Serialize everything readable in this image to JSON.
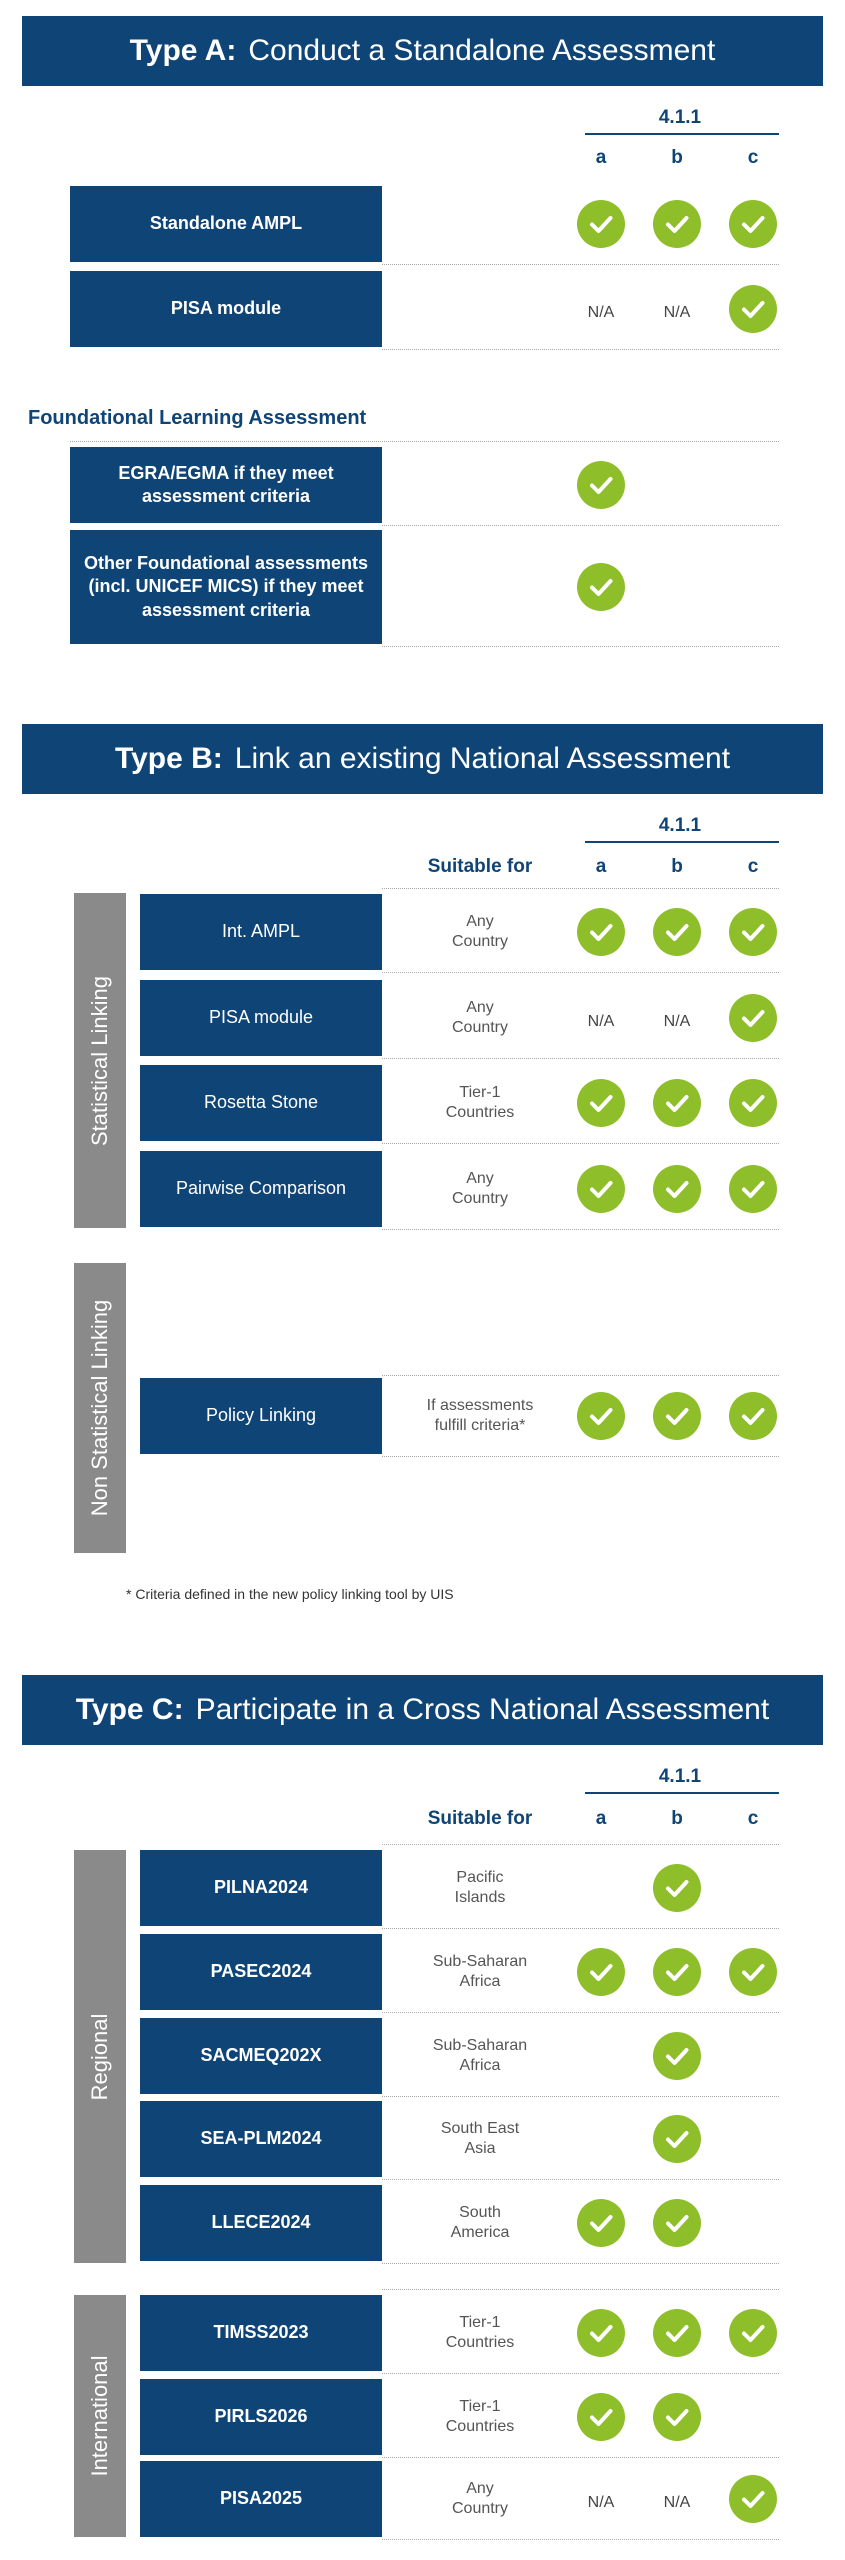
{
  "colors": {
    "navy": "#0f4477",
    "green": "#8ebe2a",
    "gray": "#8a8a8a"
  },
  "icons": {
    "check": "check-circle-icon"
  },
  "type_a": {
    "label": "Type A:",
    "title": "Conduct a Standalone Assessment",
    "indicator": "4.1.1",
    "cols": [
      "a",
      "b",
      "c"
    ],
    "rows": [
      {
        "label": "Standalone AMPL",
        "cells": [
          "check",
          "check",
          "check"
        ]
      },
      {
        "label": "PISA module",
        "cells": [
          "N/A",
          "N/A",
          "check"
        ]
      }
    ],
    "foundational": {
      "title": "Foundational Learning Assessment",
      "rows": [
        {
          "label": "EGRA/EGMA if they meet assessment criteria",
          "cells": [
            "check",
            "",
            ""
          ]
        },
        {
          "label": "Other Foundational assessments (incl. UNICEF MICS) if they meet assessment criteria",
          "cells": [
            "check",
            "",
            ""
          ]
        }
      ]
    }
  },
  "type_b": {
    "label": "Type B:",
    "title": "Link an existing National Assessment",
    "indicator": "4.1.1",
    "suitable_header": "Suitable for",
    "cols": [
      "a",
      "b",
      "c"
    ],
    "statistical": {
      "label": "Statistical Linking",
      "rows": [
        {
          "label": "Int. AMPL",
          "suitable": "Any\nCountry",
          "cells": [
            "check",
            "check",
            "check"
          ]
        },
        {
          "label": "PISA module",
          "suitable": "Any\nCountry",
          "cells": [
            "N/A",
            "N/A",
            "check"
          ]
        },
        {
          "label": "Rosetta Stone",
          "suitable": "Tier-1\nCountries",
          "cells": [
            "check",
            "check",
            "check"
          ]
        },
        {
          "label": "Pairwise Comparison",
          "suitable": "Any\nCountry",
          "cells": [
            "check",
            "check",
            "check"
          ]
        }
      ]
    },
    "non_statistical": {
      "label": "Non Statistical Linking",
      "rows": [
        {
          "label": "Policy Linking",
          "suitable": "If assessments\nfulfill criteria*",
          "cells": [
            "check",
            "check",
            "check"
          ]
        }
      ]
    },
    "footnote": "*  Criteria defined in the new policy linking tool by UIS"
  },
  "type_c": {
    "label": "Type C:",
    "title": "Participate in a Cross National Assessment",
    "indicator": "4.1.1",
    "suitable_header": "Suitable for",
    "cols": [
      "a",
      "b",
      "c"
    ],
    "regional": {
      "label": "Regional",
      "rows": [
        {
          "name": "PILNA",
          "year": "2024",
          "suitable": "Pacific\nIslands",
          "cells": [
            "",
            "check",
            ""
          ]
        },
        {
          "name": "PASEC",
          "year": "2024",
          "suitable": "Sub-Saharan\nAfrica",
          "cells": [
            "check",
            "check",
            "check"
          ]
        },
        {
          "name": "SACMEQ",
          "year": "202X",
          "suitable": "Sub-Saharan\nAfrica",
          "cells": [
            "",
            "check",
            ""
          ]
        },
        {
          "name": "SEA-PLM",
          "year": "2024",
          "suitable": "South East\nAsia",
          "cells": [
            "",
            "check",
            ""
          ]
        },
        {
          "name": "LLECE",
          "year": "2024",
          "suitable": "South\nAmerica",
          "cells": [
            "check",
            "check",
            ""
          ]
        }
      ]
    },
    "international": {
      "label": "International",
      "rows": [
        {
          "name": "TIMSS",
          "year": "2023",
          "suitable": "Tier-1\nCountries",
          "cells": [
            "check",
            "check",
            "check"
          ]
        },
        {
          "name": "PIRLS",
          "year": "2026",
          "suitable": "Tier-1\nCountries",
          "cells": [
            "check",
            "check",
            ""
          ]
        },
        {
          "name": "PISA",
          "year": "2025",
          "suitable": "Any\nCountry",
          "cells": [
            "N/A",
            "N/A",
            "check"
          ]
        }
      ]
    }
  }
}
